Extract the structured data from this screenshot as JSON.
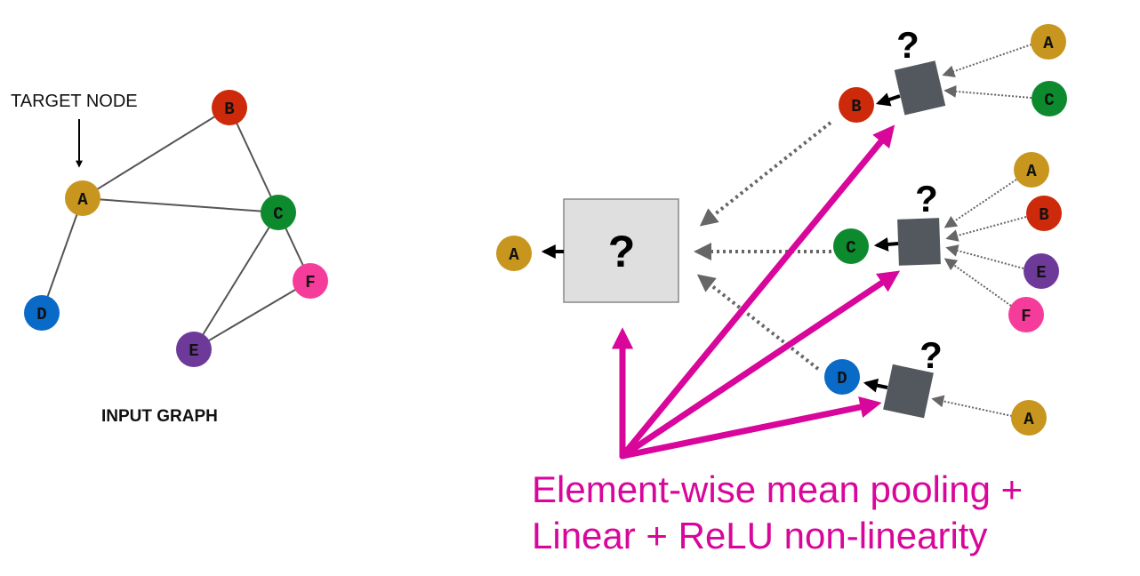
{
  "colors": {
    "A": "#c8961e",
    "B": "#cc2a0a",
    "C": "#0d8a2e",
    "D": "#0a6ac8",
    "E": "#6e3a9a",
    "F": "#f53c9a",
    "edge": "#555555",
    "dotted": "#666666",
    "aggregator_dark": "#53585f",
    "aggregator_light": "#dfdfdf",
    "magenta": "#d8069a"
  },
  "input_graph": {
    "target_label": "TARGET NODE",
    "title": "INPUT GRAPH",
    "nodes": [
      "A",
      "B",
      "C",
      "D",
      "E",
      "F"
    ],
    "edges": [
      [
        "A",
        "B"
      ],
      [
        "A",
        "C"
      ],
      [
        "A",
        "D"
      ],
      [
        "B",
        "C"
      ],
      [
        "C",
        "E"
      ],
      [
        "C",
        "F"
      ],
      [
        "E",
        "F"
      ]
    ]
  },
  "computation_graph": {
    "root": {
      "node": "A",
      "box_label": "?"
    },
    "level1": [
      {
        "node": "B",
        "box_label": "?",
        "neighbors": [
          "A",
          "C"
        ]
      },
      {
        "node": "C",
        "box_label": "?",
        "neighbors": [
          "A",
          "B",
          "E",
          "F"
        ]
      },
      {
        "node": "D",
        "box_label": "?",
        "neighbors": [
          "A"
        ]
      }
    ]
  },
  "caption": {
    "line1": "Element-wise mean pooling +",
    "line2": "Linear + ReLU non-linearity"
  }
}
